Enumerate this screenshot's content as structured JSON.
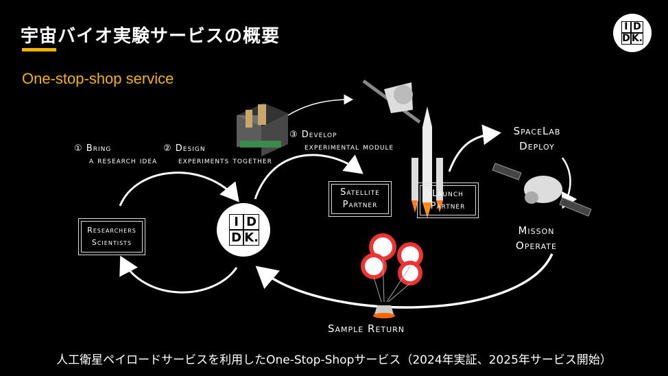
{
  "header": {
    "title": "宇宙バイオ実験サービスの概要",
    "subtitle": "One-stop-shop service"
  },
  "logo": {
    "l1": "I",
    "l2": "D",
    "l3": "D",
    "l4": "K."
  },
  "steps": {
    "s1_num": "①",
    "s1_l1": "Bring",
    "s1_l2": "a research idea",
    "s2_num": "②",
    "s2_l1": "Design",
    "s2_l2": "experiments together",
    "s3_num": "③",
    "s3_l1": "Develop",
    "s3_l2": "experimental module"
  },
  "nodes": {
    "researchers_l1": "Researchers",
    "researchers_l2": "Scientists",
    "satellite_l1": "Satellite",
    "satellite_l2": "Partner",
    "launch_l1": "Launch",
    "launch_l2": "Partner",
    "spacelab_l1": "SpaceLab",
    "spacelab_l2": "Deploy",
    "mission_l1": "Misson",
    "mission_l2": "Operate",
    "sample_return": "Sample Return"
  },
  "footer": "人工衛星ペイロードサービスを利用したOne-Stop-Shopサービス（2024年実証、2025年サービス開始）",
  "colors": {
    "accent": "#f2b200",
    "background": "#000000"
  }
}
